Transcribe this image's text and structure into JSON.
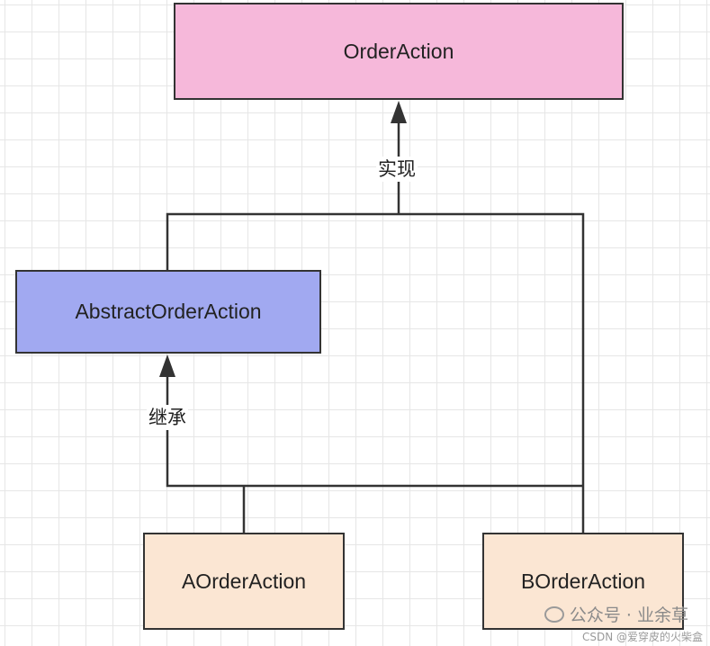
{
  "diagram": {
    "nodes": {
      "order_action": {
        "label": "OrderAction",
        "fill": "#f6b8da"
      },
      "abstract_order_action": {
        "label": "AbstractOrderAction",
        "fill": "#a1a9f1"
      },
      "a_order_action": {
        "label": "AOrderAction",
        "fill": "#fbe6d3"
      },
      "b_order_action": {
        "label": "BOrderAction",
        "fill": "#fbe6d3"
      }
    },
    "edges": [
      {
        "from": "implementers",
        "to": "order_action",
        "label": "实现"
      },
      {
        "from": "subclasses",
        "to": "abstract_order_action",
        "label": "继承"
      }
    ],
    "line_color": "#333333"
  },
  "watermark": {
    "text": "公众号 · 业余草",
    "credit": "CSDN @爱穿皮的火柴盒"
  }
}
